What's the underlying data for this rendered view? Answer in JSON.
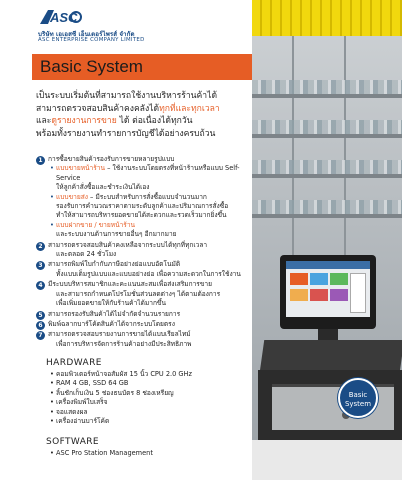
{
  "company": {
    "name_th": "บริษัท เอเอสซี เอ็นเตอร์ไพรส์ จำกัด",
    "name_en": "ASC ENTERPRISE COMPANY LIMITED",
    "logo_text": "ASC"
  },
  "title": "Basic System",
  "intro": {
    "line1": "เป็นระบบเริ่มต้นที่สามารถใช้งานบริหารร้านค้าได้",
    "line2a": "สามารถตรวจสอบสินค้าคงคลังได้",
    "line2b": "ทุกที่และทุกเวลา",
    "line3a": "และ",
    "line3b": "ดูรายงานการขาย",
    "line3c": " ได้ ต่อเนื่องได้ทุกวัน",
    "line4": "พร้อมทั้งรายงานทำรายการบัญชีได้อย่างครบถ้วน"
  },
  "features": [
    {
      "num": "1",
      "text": "การซื้อขายสินค้ารองรับการขายหลายรูปแบบ",
      "subs": [
        {
          "label": "แบบขายหน้าร้าน",
          "text": " – ใช้งานระบบโดยตรงที่หน้าร้านหรือแบบ Self-Service"
        },
        {
          "label": "",
          "text": "ให้ลูกค้าสั่งซื้อและชำระเงินได้เอง"
        },
        {
          "label": "แบบขายส่ง",
          "text": " – มีระบบสำหรับการสั่งซื้อแบบจำนวนมาก"
        },
        {
          "label": "",
          "text": "รองรับการคำนวณราคาตามระดับลูกค้าและปริมาณการสั่งซื้อ"
        },
        {
          "label": "",
          "text": "ทำให้สามารถบริหารยอดขายได้สะดวกและรวดเร็วมากยิ่งขึ้น"
        },
        {
          "label": "แบบฝากขาย / ขายหน้าร้าน",
          "text": ""
        },
        {
          "label": "",
          "text": "และระบบงานด้านการขายอื่นๆ อีกมากมาย"
        }
      ]
    },
    {
      "num": "2",
      "text": "สามารถตรวจสอบสินค้าคงเหลือจากระบบได้ทุกที่ทุกเวลา",
      "subs": [
        {
          "label": "",
          "text": "และตลอด 24 ชั่วโมง"
        }
      ]
    },
    {
      "num": "3",
      "text": "สามารถพิมพ์ใบกำกับภาษีอย่างย่อแบบอัตโนมัติ",
      "subs": [
        {
          "label": "",
          "text": "ทั้งแบบเต็มรูปแบบและแบบอย่างย่อ เพื่อความสะดวกในการใช้งาน"
        }
      ]
    },
    {
      "num": "4",
      "text": "มีระบบบริหารสมาชิกและคะแนนสะสมเพื่อส่งเสริมการขาย",
      "subs": [
        {
          "label": "",
          "text": "และสามารถกำหนดโปรโมชั่นส่วนลดต่างๆ ได้ตามต้องการ"
        },
        {
          "label": "",
          "text": "เพื่อเพิ่มยอดขายให้กับร้านค้าได้มากขึ้น"
        }
      ]
    },
    {
      "num": "5",
      "text": "สามารถรองรับสินค้าได้ไม่จำกัดจำนวนรายการ",
      "subs": []
    },
    {
      "num": "6",
      "text": "พิมพ์ฉลากบาร์โค้ดสินค้าได้จากระบบโดยตรง",
      "subs": []
    },
    {
      "num": "7",
      "text": "สามารถตรวจสอบรายงานการขายได้แบบเรียลไทม์",
      "subs": [
        {
          "label": "",
          "text": "เพื่อการบริหารจัดการร้านค้าอย่างมีประสิทธิภาพ"
        }
      ]
    }
  ],
  "hardware": {
    "heading": "HARDWARE",
    "items": [
      "คอมพิวเตอร์หน้าจอสัมผัส 15 นิ้ว CPU 2.0 GHz",
      "RAM 4 GB, SSD 64 GB",
      "ลิ้นชักเก็บเงิน 5 ช่องธนบัตร 8 ช่องเหรียญ",
      "เครื่องพิมพ์ใบเสร็จ",
      "จอแสดงผล",
      "เครื่องอ่านบาร์โค้ด"
    ]
  },
  "software": {
    "heading": "SOFTWARE",
    "items": [
      "ASC Pro Station Management"
    ]
  },
  "badge": {
    "line1": "Basic",
    "line2": "System"
  },
  "colors": {
    "accent": "#e65d25",
    "brand": "#1a4c86"
  }
}
